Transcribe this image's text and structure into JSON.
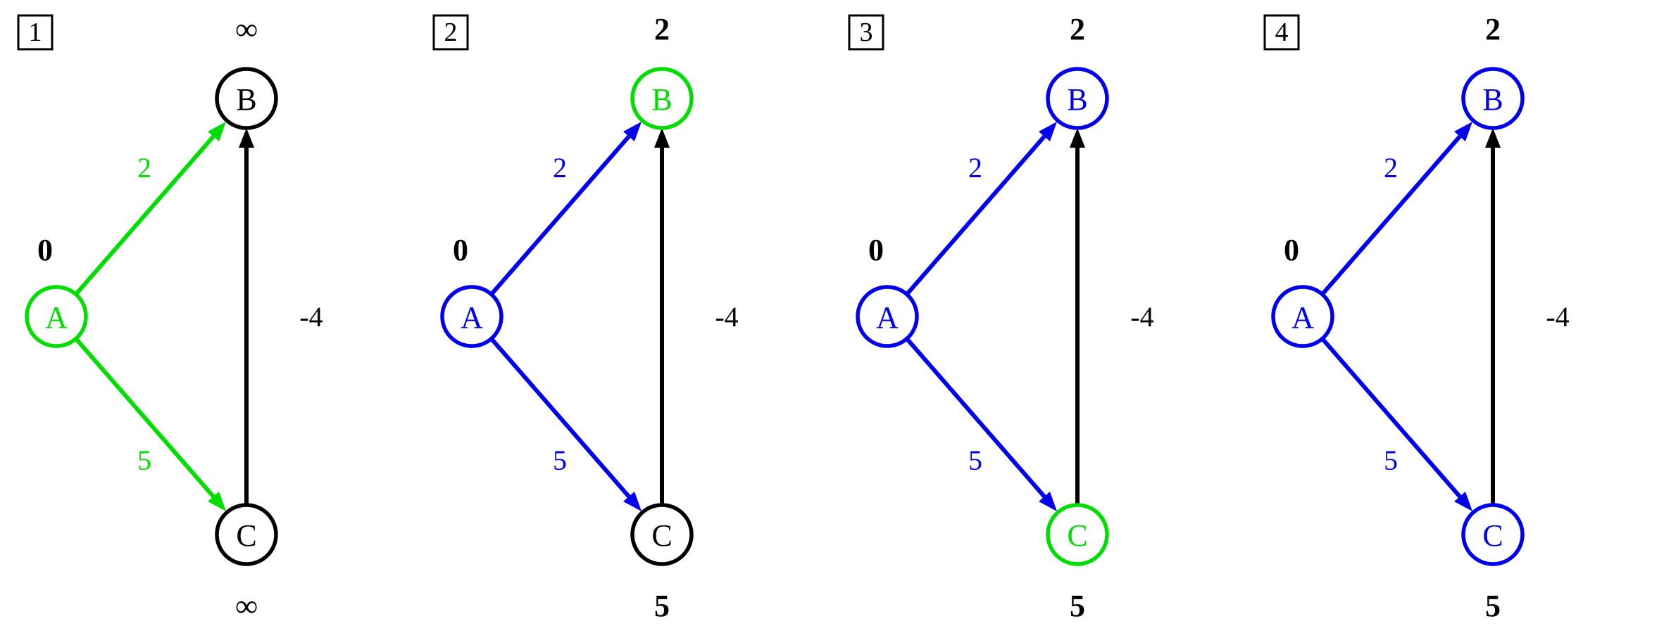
{
  "colors": {
    "green": "#00dd00",
    "blue": "#0000ee",
    "black": "#000000"
  },
  "panels": [
    {
      "step": "1",
      "nodes": {
        "A": {
          "label": "A",
          "color": "#00dd00",
          "dist": "0"
        },
        "B": {
          "label": "B",
          "color": "#000000",
          "dist": "∞"
        },
        "C": {
          "label": "C",
          "color": "#000000",
          "dist": "∞"
        }
      },
      "edges": {
        "AB": {
          "weight": "2",
          "color": "#00dd00"
        },
        "AC": {
          "weight": "5",
          "color": "#00dd00"
        },
        "CB": {
          "weight": "-4",
          "color": "#000000"
        }
      }
    },
    {
      "step": "2",
      "nodes": {
        "A": {
          "label": "A",
          "color": "#0000ee",
          "dist": "0"
        },
        "B": {
          "label": "B",
          "color": "#00dd00",
          "dist": "2"
        },
        "C": {
          "label": "C",
          "color": "#000000",
          "dist": "5"
        }
      },
      "edges": {
        "AB": {
          "weight": "2",
          "color": "#0000ee"
        },
        "AC": {
          "weight": "5",
          "color": "#0000ee"
        },
        "CB": {
          "weight": "-4",
          "color": "#000000"
        }
      }
    },
    {
      "step": "3",
      "nodes": {
        "A": {
          "label": "A",
          "color": "#0000ee",
          "dist": "0"
        },
        "B": {
          "label": "B",
          "color": "#0000ee",
          "dist": "2"
        },
        "C": {
          "label": "C",
          "color": "#00dd00",
          "dist": "5"
        }
      },
      "edges": {
        "AB": {
          "weight": "2",
          "color": "#0000ee"
        },
        "AC": {
          "weight": "5",
          "color": "#0000ee"
        },
        "CB": {
          "weight": "-4",
          "color": "#000000"
        }
      }
    },
    {
      "step": "4",
      "nodes": {
        "A": {
          "label": "A",
          "color": "#0000ee",
          "dist": "0"
        },
        "B": {
          "label": "B",
          "color": "#0000ee",
          "dist": "2"
        },
        "C": {
          "label": "C",
          "color": "#0000ee",
          "dist": "5"
        }
      },
      "edges": {
        "AB": {
          "weight": "2",
          "color": "#0000ee"
        },
        "AC": {
          "weight": "5",
          "color": "#0000ee"
        },
        "CB": {
          "weight": "-4",
          "color": "#000000"
        }
      }
    }
  ]
}
